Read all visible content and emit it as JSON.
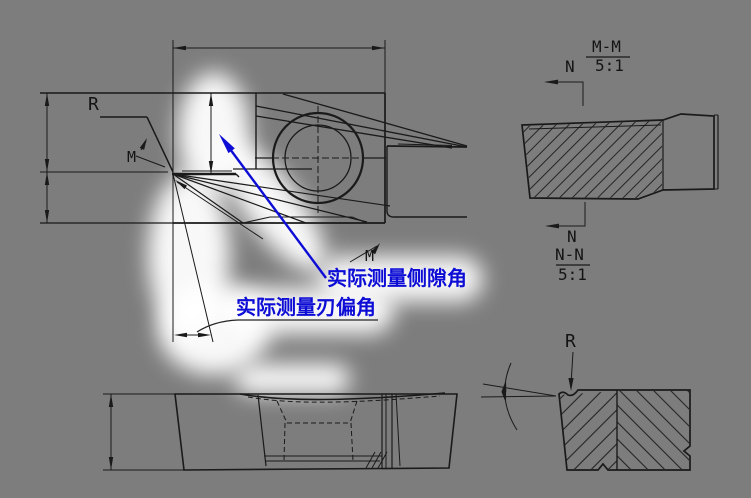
{
  "drawing": {
    "background_color": "#7d7d7d",
    "line_color": "#1a1a1a",
    "highlight_color": "#ffffff",
    "annotation_color": "#0d0dd6",
    "main_view": {
      "radius_label": "R",
      "section_arrow_upper_label": "M",
      "section_arrow_lower_label": "M"
    },
    "section_mm": {
      "arrow_label": "N",
      "title": "M-M",
      "scale": "5:1"
    },
    "section_nn": {
      "arrow_label": "N",
      "title": "N-N",
      "scale": "5:1"
    },
    "detail_view": {
      "radius_label": "R"
    },
    "annotations": {
      "side_clearance_angle": "实际测量侧隙角",
      "edge_deflection_angle": "实际测量刃偏角"
    }
  }
}
